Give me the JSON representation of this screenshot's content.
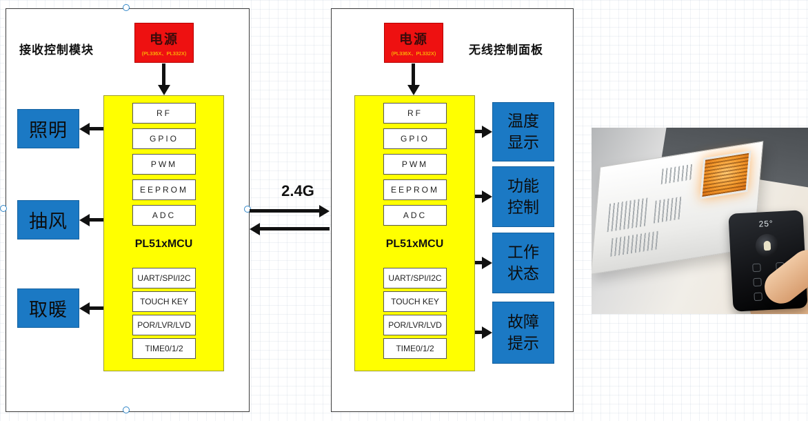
{
  "colors": {
    "power_red": "#ee1111",
    "power_sub_yellow": "#ffe400",
    "mcu_yellow": "#ffff00",
    "output_blue": "#1b79c4",
    "arrow_black": "#111111",
    "handle_blue": "#2f86c8"
  },
  "left_module": {
    "title": "接收控制模块",
    "power": {
      "label": "电源",
      "sub": "(PL336X、PL332X)"
    },
    "mcu": {
      "label": "PL51xMCU",
      "top_blocks": [
        "RF",
        "GPIO",
        "PWM",
        "EEPROM",
        "ADC"
      ],
      "bottom_blocks": [
        "UART/SPI/I2C",
        "TOUCH KEY",
        "POR/LVR/LVD",
        "TIME0/1/2"
      ]
    },
    "outputs": [
      "照明",
      "抽风",
      "取暖"
    ]
  },
  "link": {
    "label": "2.4G"
  },
  "right_module": {
    "title": "无线控制面板",
    "power": {
      "label": "电源",
      "sub": "(PL336X、PL332X)"
    },
    "mcu": {
      "label": "PL51xMCU",
      "top_blocks": [
        "RF",
        "GPIO",
        "PWM",
        "EEPROM",
        "ADC"
      ],
      "bottom_blocks": [
        "UART/SPI/I2C",
        "TOUCH KEY",
        "POR/LVR/LVD",
        "TIME0/1/2"
      ]
    },
    "outputs": [
      "温度显示",
      "功能控制",
      "工作状态",
      "故障提示"
    ]
  },
  "photo": {
    "panel_temp": "25°"
  }
}
